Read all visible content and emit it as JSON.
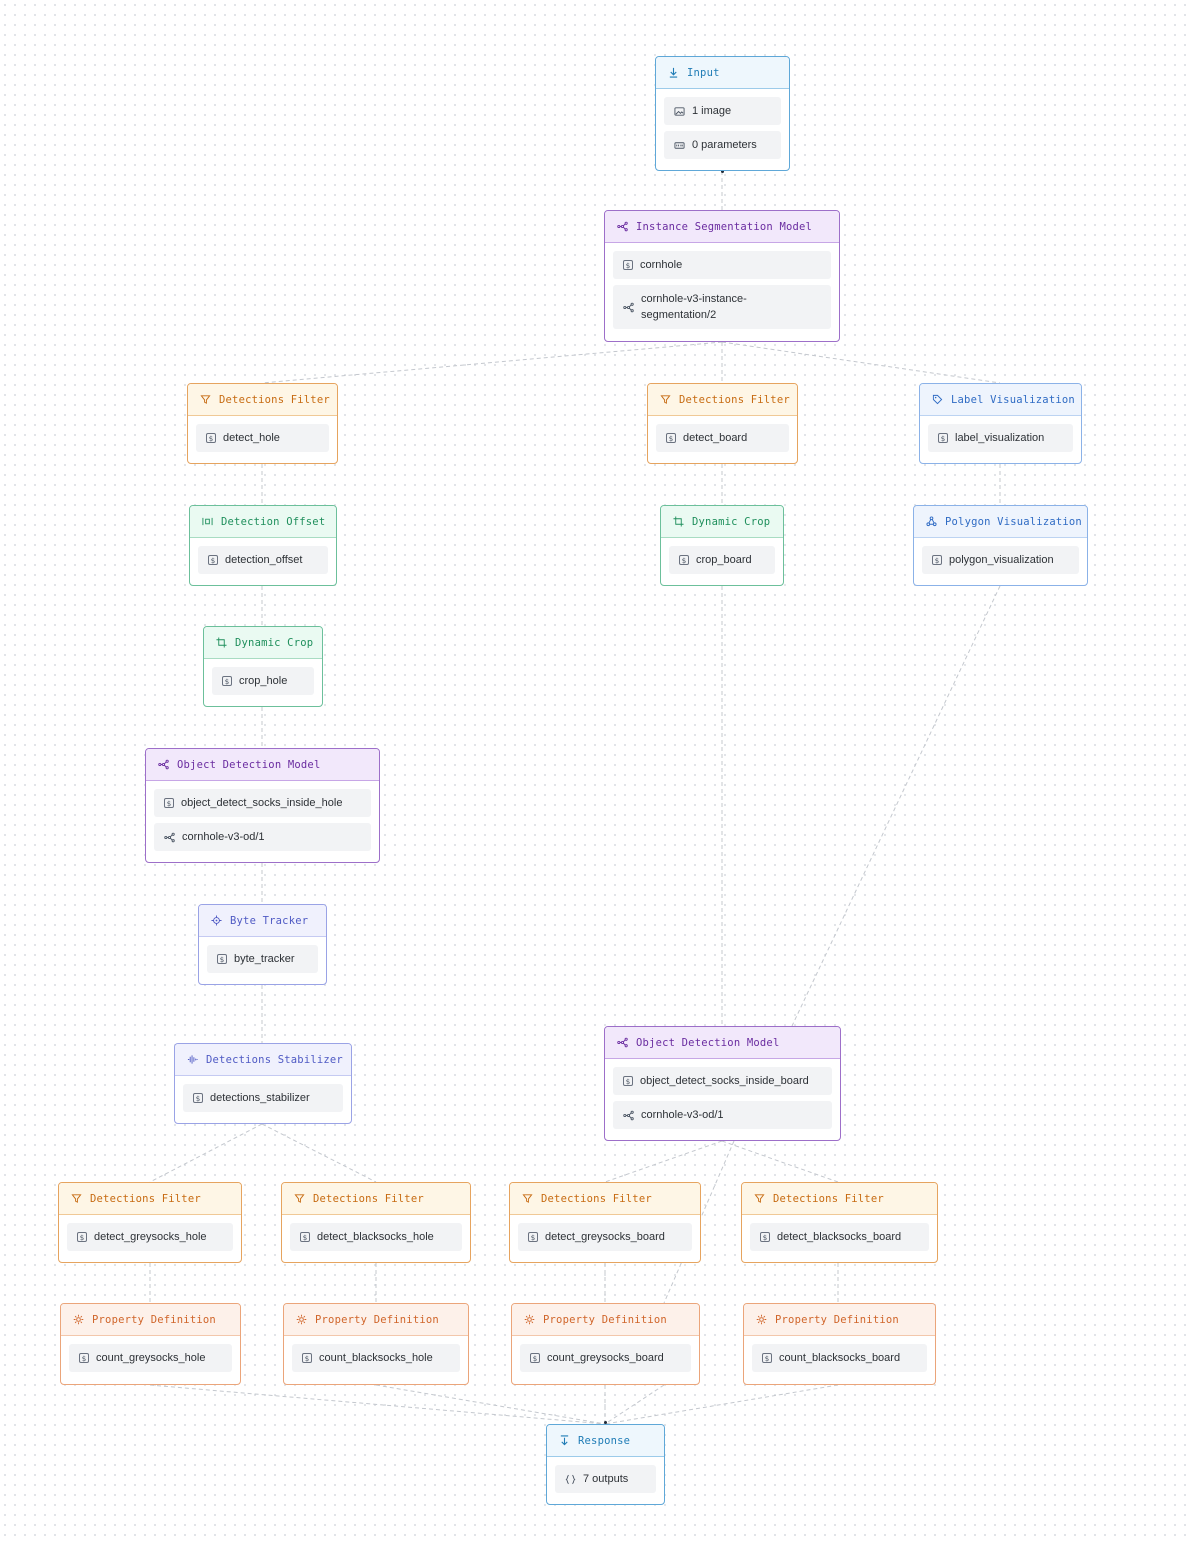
{
  "input": {
    "title": "Input",
    "images": "1 image",
    "params": "0 parameters"
  },
  "seg_model": {
    "title": "Instance Segmentation Model",
    "name": "cornhole",
    "model": "cornhole-v3-instance-segmentation/2"
  },
  "filter_hole": {
    "title": "Detections Filter",
    "name": "detect_hole"
  },
  "filter_board": {
    "title": "Detections Filter",
    "name": "detect_board"
  },
  "label_vis": {
    "title": "Label Visualization",
    "name": "label_visualization"
  },
  "offset": {
    "title": "Detection Offset",
    "name": "detection_offset"
  },
  "crop_board": {
    "title": "Dynamic Crop",
    "name": "crop_board"
  },
  "poly_vis": {
    "title": "Polygon Visualization",
    "name": "polygon_visualization"
  },
  "crop_hole": {
    "title": "Dynamic Crop",
    "name": "crop_hole"
  },
  "od_hole": {
    "title": "Object Detection Model",
    "name": "object_detect_socks_inside_hole",
    "model": "cornhole-v3-od/1"
  },
  "tracker": {
    "title": "Byte Tracker",
    "name": "byte_tracker"
  },
  "stabilizer": {
    "title": "Detections Stabilizer",
    "name": "detections_stabilizer"
  },
  "od_board": {
    "title": "Object Detection Model",
    "name": "object_detect_socks_inside_board",
    "model": "cornhole-v3-od/1"
  },
  "f_grey_hole": {
    "title": "Detections Filter",
    "name": "detect_greysocks_hole"
  },
  "f_black_hole": {
    "title": "Detections Filter",
    "name": "detect_blacksocks_hole"
  },
  "f_grey_board": {
    "title": "Detections Filter",
    "name": "detect_greysocks_board"
  },
  "f_black_board": {
    "title": "Detections Filter",
    "name": "detect_blacksocks_board"
  },
  "p_grey_hole": {
    "title": "Property Definition",
    "name": "count_greysocks_hole"
  },
  "p_black_hole": {
    "title": "Property Definition",
    "name": "count_blacksocks_hole"
  },
  "p_grey_board": {
    "title": "Property Definition",
    "name": "count_greysocks_board"
  },
  "p_black_board": {
    "title": "Property Definition",
    "name": "count_blacksocks_board"
  },
  "response": {
    "title": "Response",
    "outputs": "7 outputs"
  },
  "colors": {
    "input": "#1f7cb6",
    "model": "#6a2ca0",
    "filter": "#c76b12",
    "transform": "#1f8f5c",
    "visualization": "#2f6bc4",
    "tracker": "#4f5ac4",
    "property": "#d0652a",
    "edge": "#c4c8ce"
  }
}
